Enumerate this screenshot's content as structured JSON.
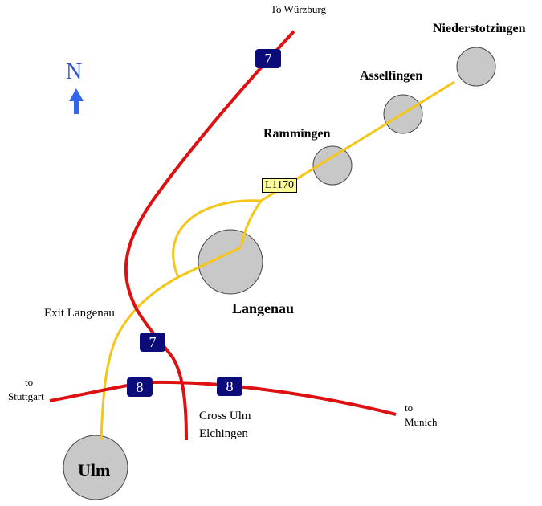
{
  "map": {
    "north_label": "N",
    "colors": {
      "autobahn": "#dd1111",
      "landstrasse": "#f5c518",
      "shield": "#0b0b7a",
      "town": "#c8c8c8",
      "north": "#3355cc"
    },
    "towns": [
      {
        "name": "Niederstotzingen"
      },
      {
        "name": "Asselfingen"
      },
      {
        "name": "Rammingen"
      },
      {
        "name": "Langenau"
      },
      {
        "name": "Ulm"
      }
    ],
    "road_label": "L1170",
    "shields": {
      "a7": "7",
      "a8": "8"
    },
    "labels": {
      "to_wurzburg": "To Würzburg",
      "exit": "Exit Langenau",
      "cross_line1": "Cross Ulm",
      "cross_line2": "Elchingen",
      "to_stuttgart_1": "to",
      "to_stuttgart_2": "Stuttgart",
      "to_munich_1": "to",
      "to_munich_2": "Munich"
    }
  }
}
